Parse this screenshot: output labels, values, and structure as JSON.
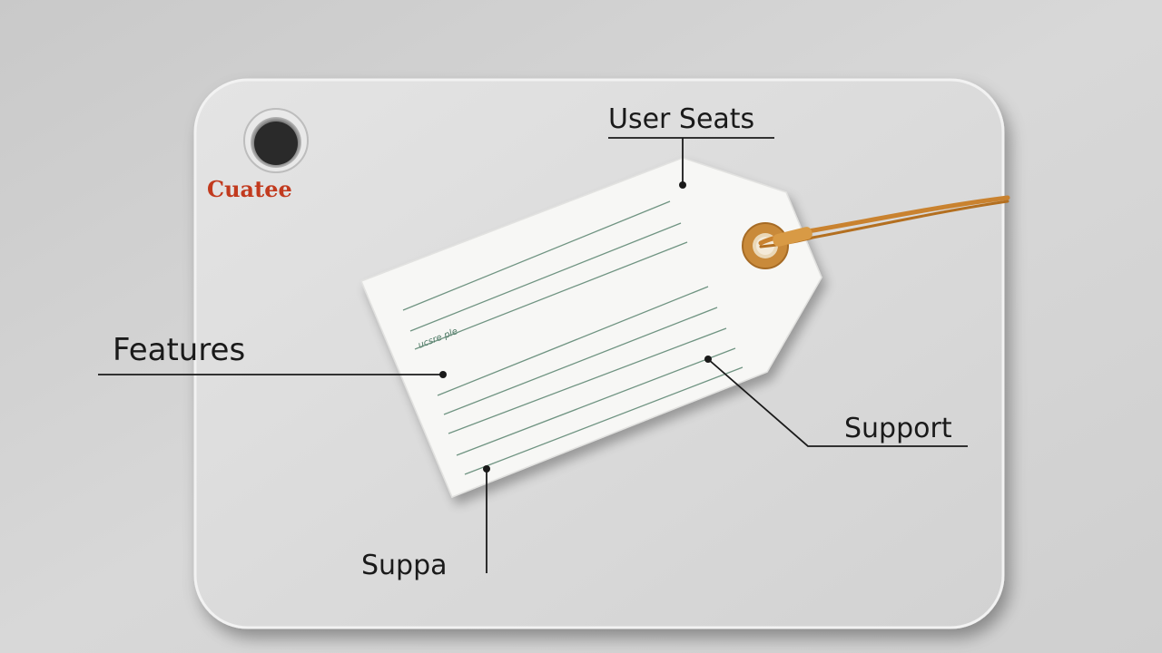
{
  "card": {
    "brand_text": "Cuatee",
    "colors": {
      "background": "#d4d4d4",
      "card_face": "#dcdcdc",
      "tag_face": "#f7f7f5",
      "tag_lines": "#6f9482",
      "brand": "#c23a1e",
      "string": "#c9822f",
      "eyelet": "#c98a3a",
      "callout_line": "#1a1a1a"
    }
  },
  "tag": {
    "note_text": "ucsre ple",
    "icons": [
      "price-tag-icon",
      "eyelet-icon",
      "string-icon",
      "punch-hole-icon"
    ]
  },
  "callouts": {
    "user_seats": "User Seats",
    "features": "Features",
    "support": "Support",
    "suppa": "Suppa"
  }
}
